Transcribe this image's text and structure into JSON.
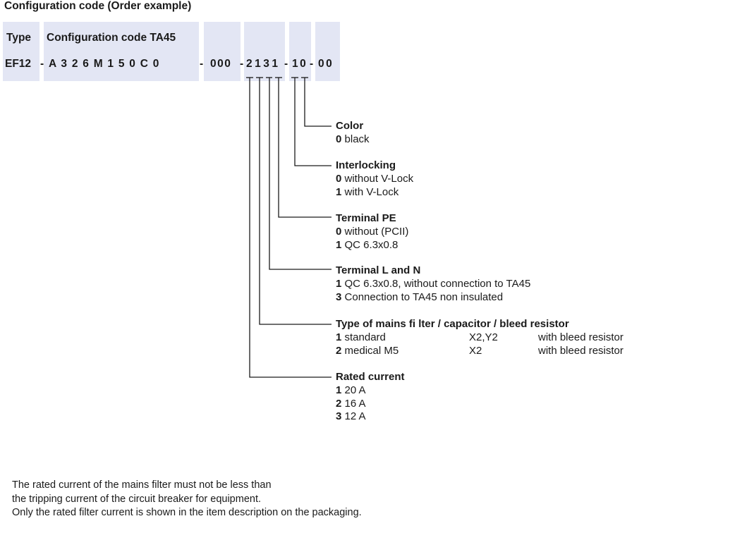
{
  "title": "Configuration code (Order example)",
  "header": {
    "type_label": "Type",
    "config_label": "Configuration code TA45"
  },
  "code": {
    "type": "EF12",
    "dash1": "-",
    "ta45": "A 3 2 6 M 1 5 0 C 0",
    "dash2": "-",
    "group1": "000",
    "dash3": "-",
    "group2": "2131",
    "dash4": "-",
    "group3": "10",
    "dash5": "-",
    "group4": "00"
  },
  "sections": [
    {
      "heading": "Color",
      "items": [
        {
          "key": "0",
          "text": "black"
        }
      ]
    },
    {
      "heading": "Interlocking",
      "items": [
        {
          "key": "0",
          "text": "without V-Lock"
        },
        {
          "key": "1",
          "text": "with V-Lock"
        }
      ]
    },
    {
      "heading": "Terminal PE",
      "items": [
        {
          "key": "0",
          "text": "without (PCII)"
        },
        {
          "key": "1",
          "text": "QC 6.3x0.8"
        }
      ]
    },
    {
      "heading": "Terminal L and N",
      "items": [
        {
          "key": "1",
          "text": "QC 6.3x0.8, without connection to TA45"
        },
        {
          "key": "3",
          "text": "Connection to TA45 non insulated"
        }
      ]
    },
    {
      "heading": "Type of mains fi lter / capacitor / bleed resistor",
      "items": [
        {
          "key": "1",
          "text": "standard",
          "col2": "X2,Y2",
          "col3": "with bleed resistor"
        },
        {
          "key": "2",
          "text": "medical M5",
          "col2": "X2",
          "col3": "with bleed resistor"
        }
      ]
    },
    {
      "heading": "Rated current",
      "items": [
        {
          "key": "1",
          "text": "20 A"
        },
        {
          "key": "2",
          "text": "16 A"
        },
        {
          "key": "3",
          "text": "12 A"
        }
      ]
    }
  ],
  "note": [
    "The rated current of the mains filter must not be less than",
    "the tripping current of the circuit breaker for equipment.",
    "Only the rated filter current is shown in the item description on the packaging."
  ]
}
